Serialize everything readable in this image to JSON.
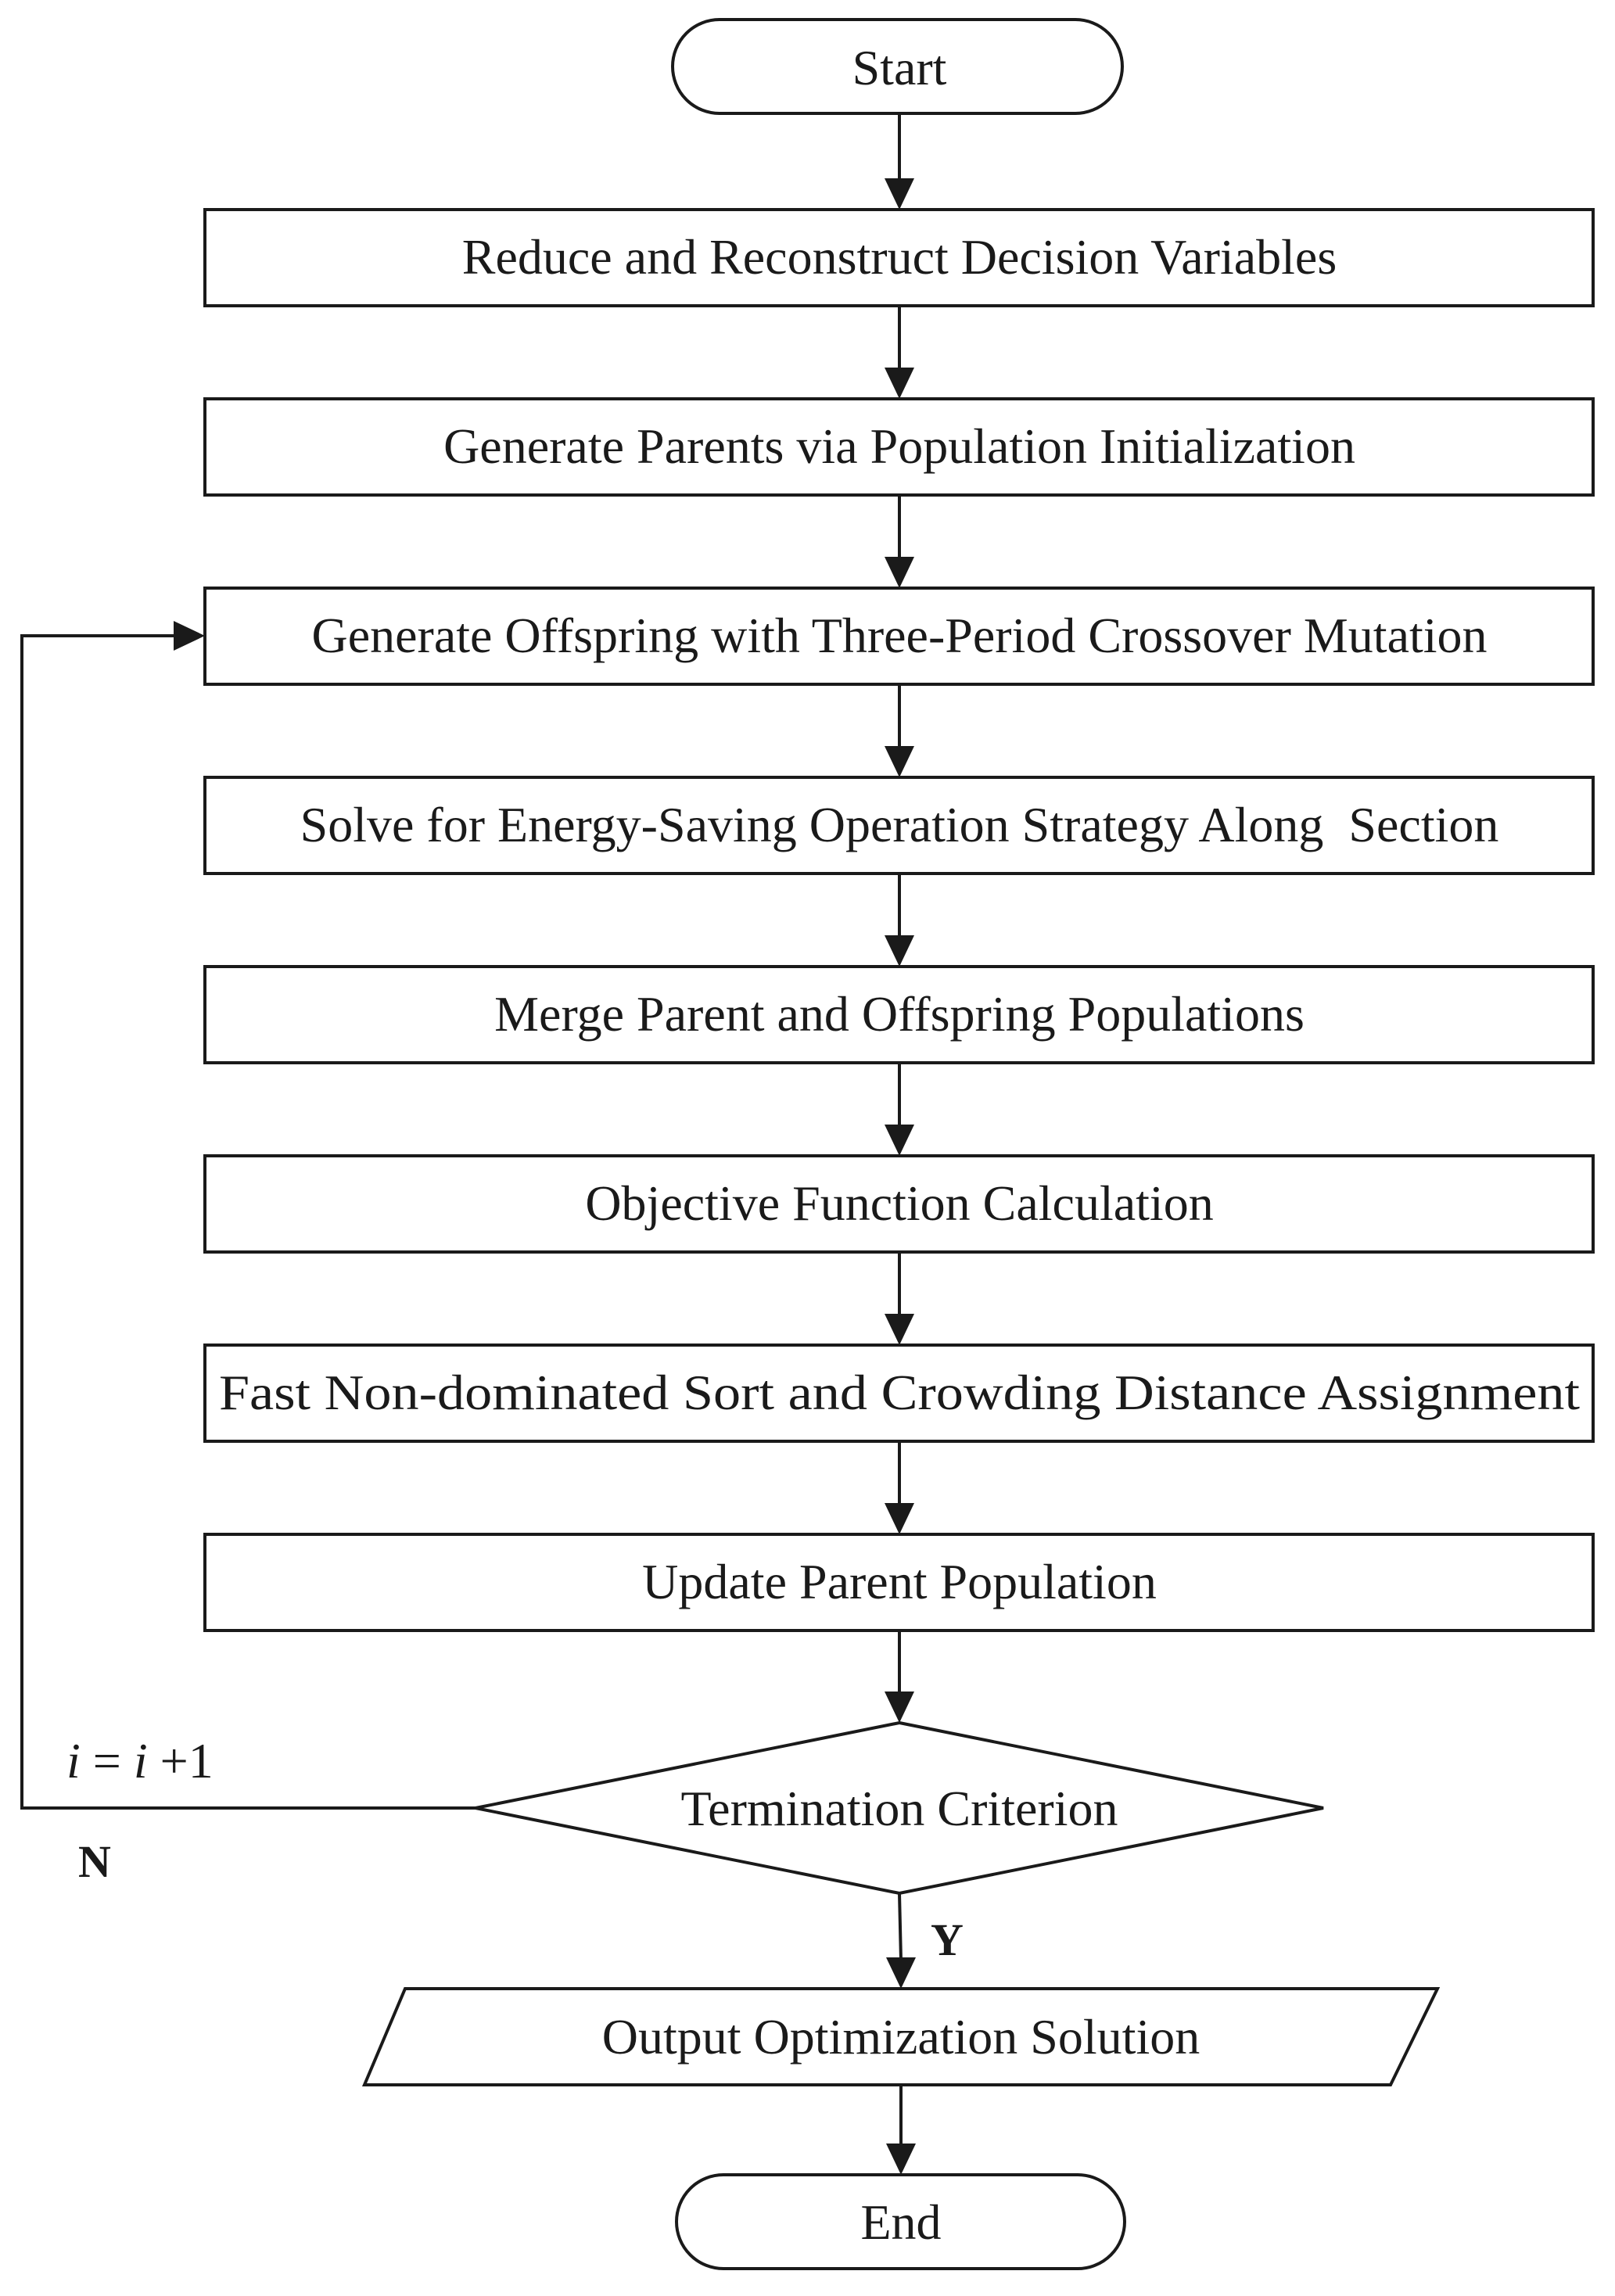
{
  "start": "Start",
  "steps": [
    "Reduce and Reconstruct Decision Variables",
    "Generate Parents via Population Initialization",
    "Generate Offspring with Three-Period Crossover Mutation",
    "Solve for Energy-Saving Operation Strategy Along  Section",
    "Merge Parent and Offspring Populations",
    "Objective Function Calculation",
    "Fast Non-dominated Sort and Crowding Distance Assignment",
    "Update Parent Population"
  ],
  "decision": "Termination Criterion",
  "loop_label": {
    "var1": "i",
    "equals": " = ",
    "var2": "i",
    "plus_one": " +1"
  },
  "no_label": "N",
  "yes_label": "Y",
  "output": "Output Optimization Solution",
  "end": "End"
}
